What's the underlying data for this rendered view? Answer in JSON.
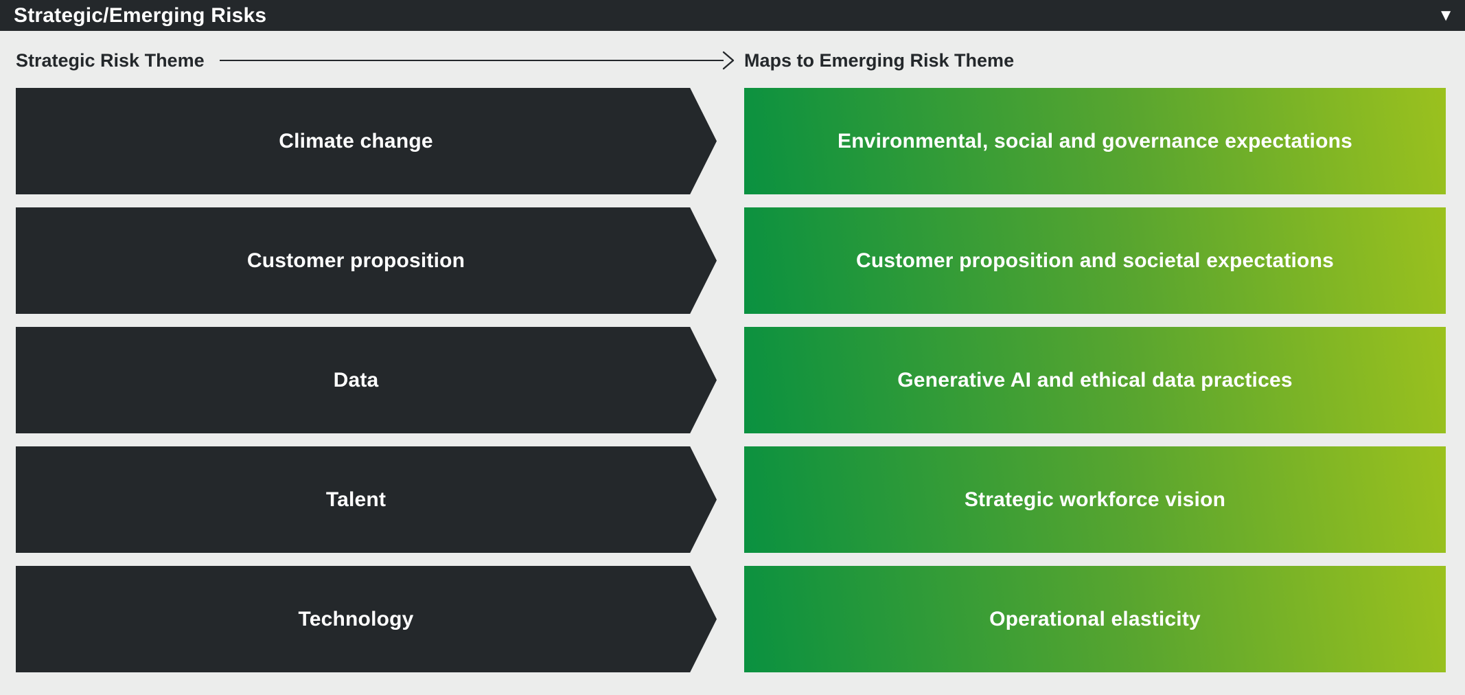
{
  "header": {
    "title": "Strategic/Emerging Risks",
    "dropdown_icon": "▼"
  },
  "columns": {
    "left_label": "Strategic Risk Theme",
    "right_label": "Maps to Emerging Risk Theme"
  },
  "rows": [
    {
      "strategic": "Climate change",
      "emerging": "Environmental, social and governance expectations"
    },
    {
      "strategic": "Customer proposition",
      "emerging": "Customer proposition and societal expectations"
    },
    {
      "strategic": "Data",
      "emerging": "Generative AI and ethical data practices"
    },
    {
      "strategic": "Talent",
      "emerging": "Strategic workforce vision"
    },
    {
      "strategic": "Technology",
      "emerging": "Operational elasticity"
    }
  ],
  "colors": {
    "dark": "#24282b",
    "background": "#ecedec",
    "green_start": "#0a9140",
    "green_end": "#9bc11e",
    "text_on_dark": "#ffffff"
  }
}
